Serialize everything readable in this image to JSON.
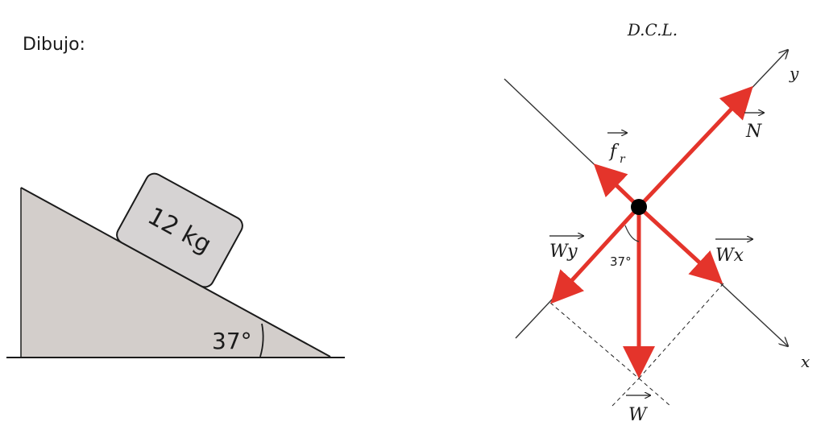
{
  "drawing": {
    "heading": "Dibujo:",
    "block_label": "12 kg",
    "angle_label": "37°",
    "colors": {
      "incline_fill": "#d3cecb",
      "block_fill": "#d6d3d3",
      "ink": "#1b1b1b"
    }
  },
  "fbd": {
    "title": "D.C.L.",
    "axis_y": "y",
    "axis_x": "x",
    "forces": {
      "normal": "N",
      "friction": "f",
      "friction_sub": "r",
      "weight": "W",
      "weight_y": "Wy",
      "weight_x": "Wx"
    },
    "angle_label": "37°",
    "colors": {
      "force": "#e4342b",
      "axis": "#333333",
      "body": "#000000"
    }
  }
}
